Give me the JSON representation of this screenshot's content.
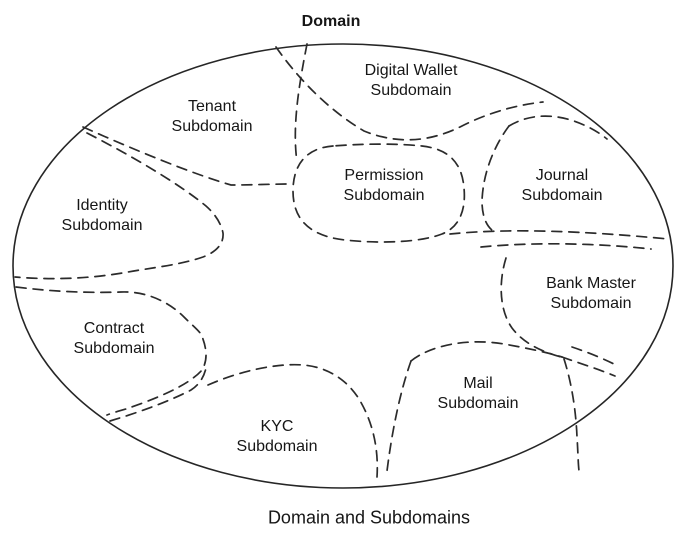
{
  "title": "Domain",
  "caption": "Domain and Subdomains",
  "colors": {
    "background": "#ffffff",
    "line": "#2b2b2b",
    "text": "#161616"
  },
  "regions": [
    {
      "id": "tenant",
      "name": "Tenant Subdomain",
      "label": "Tenant\nSubdomain"
    },
    {
      "id": "digital-wallet",
      "name": "Digital Wallet Subdomain",
      "label": "Digital Wallet\nSubdomain"
    },
    {
      "id": "permission",
      "name": "Permission Subdomain",
      "label": "Permission\nSubdomain"
    },
    {
      "id": "journal",
      "name": "Journal Subdomain",
      "label": "Journal\nSubdomain"
    },
    {
      "id": "identity",
      "name": "Identity Subdomain",
      "label": "Identity\nSubdomain"
    },
    {
      "id": "bank-master",
      "name": "Bank Master Subdomain",
      "label": "Bank Master\nSubdomain"
    },
    {
      "id": "contract",
      "name": "Contract Subdomain",
      "label": "Contract\nSubdomain"
    },
    {
      "id": "mail",
      "name": "Mail Subdomain",
      "label": "Mail\nSubdomain"
    },
    {
      "id": "kyc",
      "name": "KYC Subdomain",
      "label": "KYC\nSubdomain"
    }
  ]
}
